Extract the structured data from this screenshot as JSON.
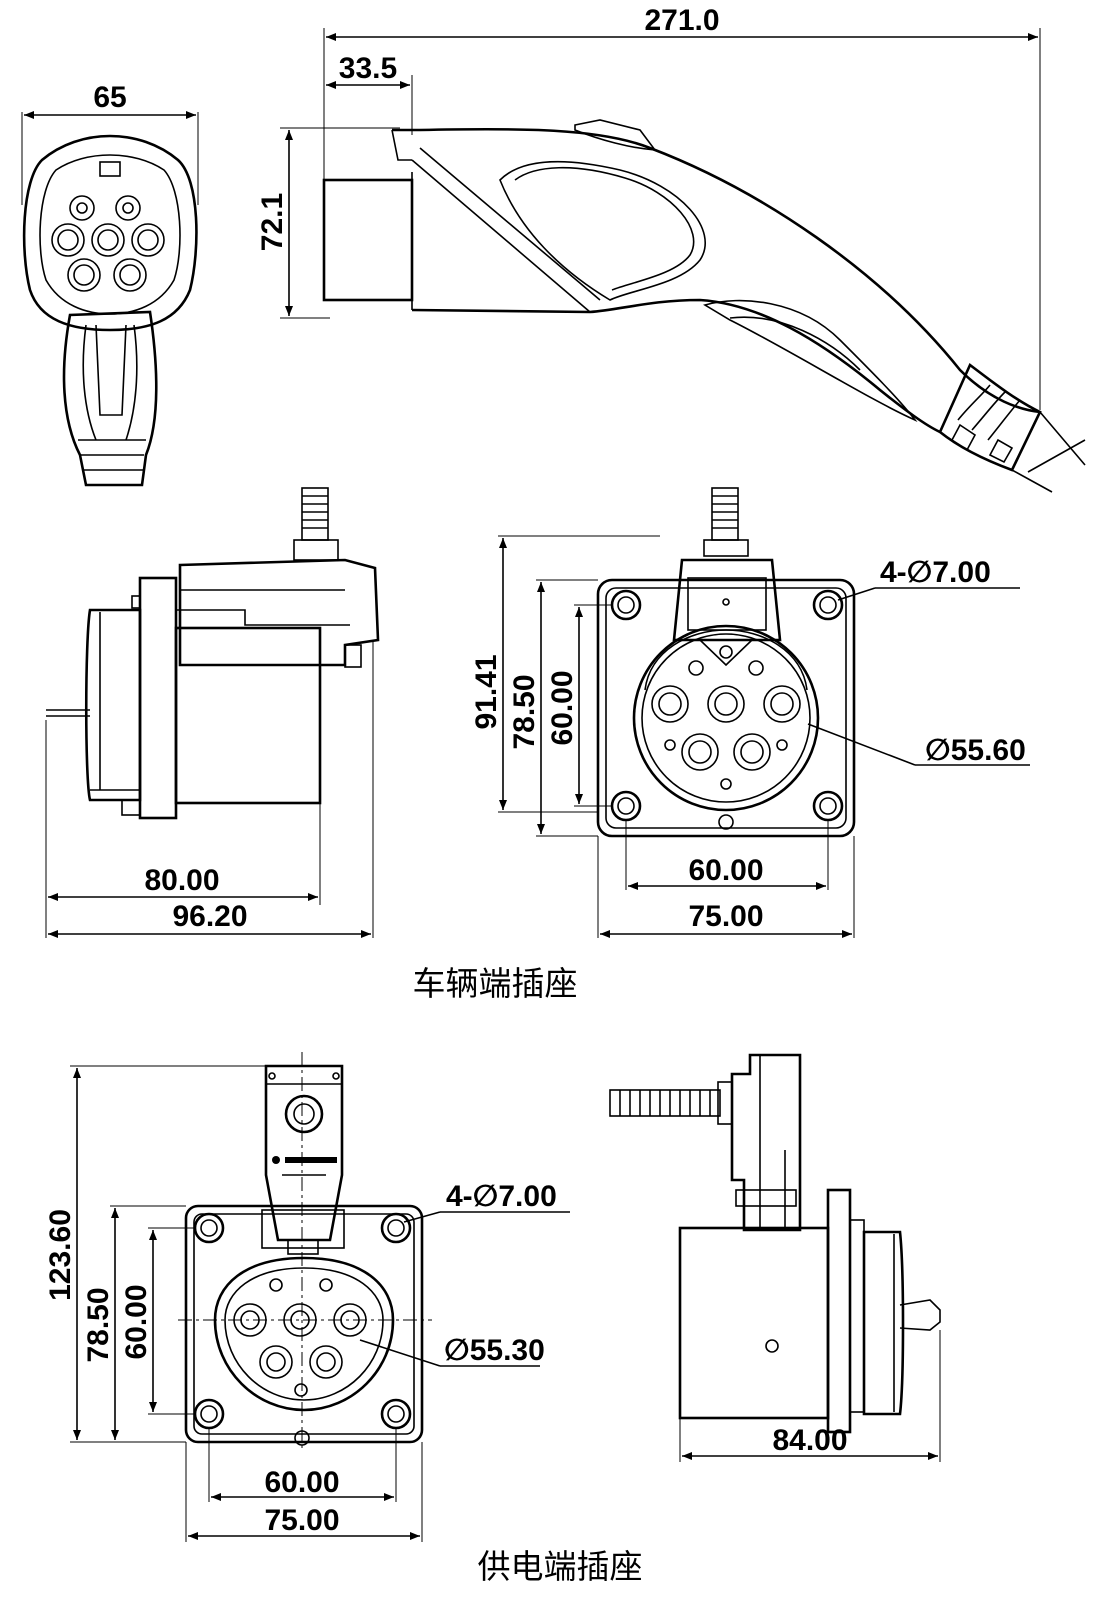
{
  "plug": {
    "dim_width": "65",
    "dim_length": "271.0",
    "dim_offset": "33.5",
    "dim_height": "72.1"
  },
  "vehicle_inlet": {
    "caption": "车辆端插座",
    "dim_depth_inner": "80.00",
    "dim_depth_total": "96.20",
    "dim_height_total": "91.41",
    "dim_flange": "78.50",
    "dim_hole_spacing_v": "60.00",
    "dim_hole_spacing_h": "60.00",
    "dim_flange_width": "75.00",
    "dim_holes": "4-∅7.00",
    "dim_diameter": "∅55.60"
  },
  "supply_socket": {
    "caption": "供电端插座",
    "dim_height_total": "123.60",
    "dim_flange": "78.50",
    "dim_hole_spacing_v": "60.00",
    "dim_hole_spacing_h": "60.00",
    "dim_flange_width": "75.00",
    "dim_holes": "4-∅7.00",
    "dim_diameter": "∅55.30",
    "dim_depth": "84.00"
  }
}
